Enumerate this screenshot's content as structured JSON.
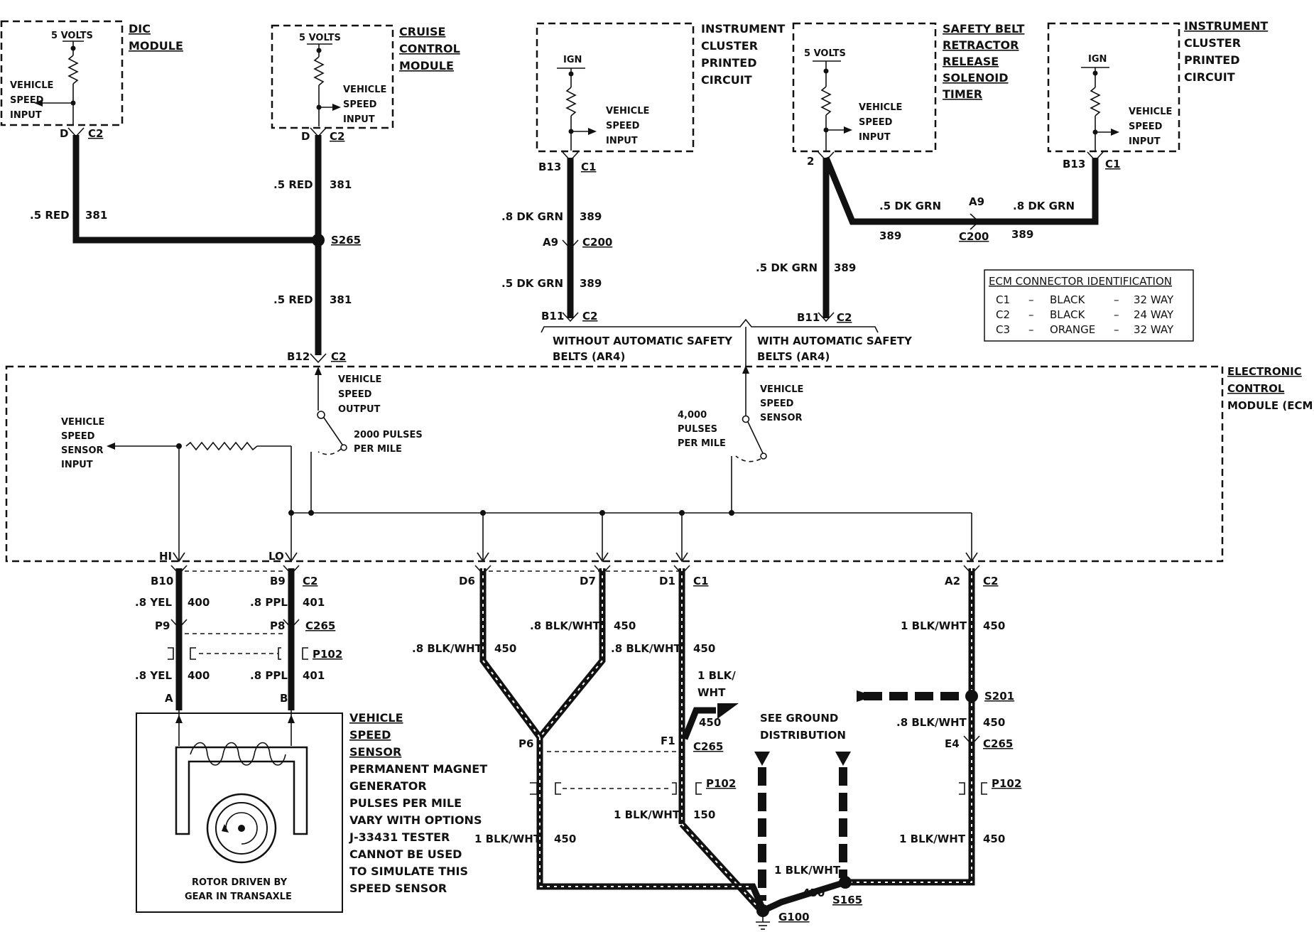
{
  "modules": {
    "dic": {
      "title": [
        "DIC",
        "MODULE"
      ],
      "supply": "5 VOLTS",
      "input": [
        "VEHICLE",
        "SPEED",
        "INPUT"
      ]
    },
    "cruise": {
      "title": [
        "CRUISE",
        "CONTROL",
        "MODULE"
      ],
      "supply": "5 VOLTS",
      "input": [
        "VEHICLE",
        "SPEED",
        "INPUT"
      ]
    },
    "cluster1": {
      "title": [
        "INSTRUMENT",
        "CLUSTER",
        "PRINTED",
        "CIRCUIT"
      ],
      "supply": "IGN",
      "input": [
        "VEHICLE",
        "SPEED",
        "INPUT"
      ]
    },
    "belt": {
      "title": [
        "SAFETY BELT",
        "RETRACTOR",
        "RELEASE",
        "SOLENOID",
        "TIMER"
      ],
      "supply": "5 VOLTS",
      "input": [
        "VEHICLE",
        "SPEED",
        "INPUT"
      ]
    },
    "cluster2": {
      "title": [
        "INSTRUMENT",
        "CLUSTER",
        "PRINTED",
        "CIRCUIT"
      ],
      "supply": "IGN",
      "input": [
        "VEHICLE",
        "SPEED",
        "INPUT"
      ]
    }
  },
  "pins": {
    "d_dic": "D",
    "c2": "C2",
    "d_cruise": "D",
    "b13": "B13",
    "c1": "C1",
    "a9": "A9",
    "c200": "C200",
    "b11": "B11",
    "two": "2",
    "b12": "B12",
    "s265": "S265",
    "b10": "B10",
    "b9": "B9",
    "c265": "C265",
    "p9": "P9",
    "p8": "P8",
    "p102": "P102",
    "a": "A",
    "b": "B",
    "d6": "D6",
    "d7": "D7",
    "d1": "D1",
    "a2": "A2",
    "p6": "P6",
    "f1": "F1",
    "e4": "E4",
    "s201": "S201",
    "s165": "S165",
    "g100": "G100",
    "hi": "HI",
    "lo": "LO"
  },
  "wires": {
    "red_05": ".5 RED",
    "n381": "381",
    "dkgrn_08": ".8 DK GRN",
    "dkgrn_05": ".5 DK GRN",
    "n389": "389",
    "yel_08": ".8 YEL",
    "n400": "400",
    "ppl_08": ".8 PPL",
    "n401": "401",
    "blkwht_08": ".8 BLK/WHT",
    "n450": "450",
    "blkwht_1": "1 BLK/WHT",
    "n150": "150",
    "blk1": "1 BLK/",
    "wht": "WHT"
  },
  "ecm_table": {
    "title": "ECM CONNECTOR IDENTIFICATION",
    "rows": [
      {
        "conn": "C1",
        "sep1": "–",
        "color": "BLACK",
        "sep2": "–",
        "ways": "32 WAY"
      },
      {
        "conn": "C2",
        "sep1": "–",
        "color": "BLACK",
        "sep2": "–",
        "ways": "24 WAY"
      },
      {
        "conn": "C3",
        "sep1": "–",
        "color": "ORANGE",
        "sep2": "–",
        "ways": "32 WAY"
      }
    ]
  },
  "belts": {
    "without": [
      "WITHOUT AUTOMATIC SAFETY",
      "BELTS (AR4)"
    ],
    "with": [
      "WITH AUTOMATIC SAFETY",
      "BELTS (AR4)"
    ]
  },
  "ecm": {
    "title": [
      "ELECTRONIC",
      "CONTROL",
      "MODULE (ECM)"
    ],
    "vss_output": [
      "VEHICLE",
      "SPEED",
      "OUTPUT"
    ],
    "pulses_2000": [
      "2000 PULSES",
      "PER MILE"
    ],
    "vss_input": [
      "VEHICLE",
      "SPEED",
      "SENSOR",
      "INPUT"
    ],
    "pulses_4000": [
      "4,000",
      "PULSES",
      "PER MILE"
    ],
    "vss_sensor": [
      "VEHICLE",
      "SPEED",
      "SENSOR"
    ]
  },
  "sensor": {
    "title": [
      "VEHICLE",
      "SPEED",
      "SENSOR"
    ],
    "notes": [
      "PERMANENT MAGNET",
      "GENERATOR",
      "PULSES PER MILE",
      "VARY WITH OPTIONS",
      "J-33431 TESTER",
      "CANNOT BE USED",
      "TO SIMULATE THIS",
      "SPEED SENSOR"
    ],
    "rotor": [
      "ROTOR DRIVEN BY",
      "GEAR IN TRANSAXLE"
    ]
  },
  "ground_note": [
    "SEE GROUND",
    "DISTRIBUTION"
  ]
}
